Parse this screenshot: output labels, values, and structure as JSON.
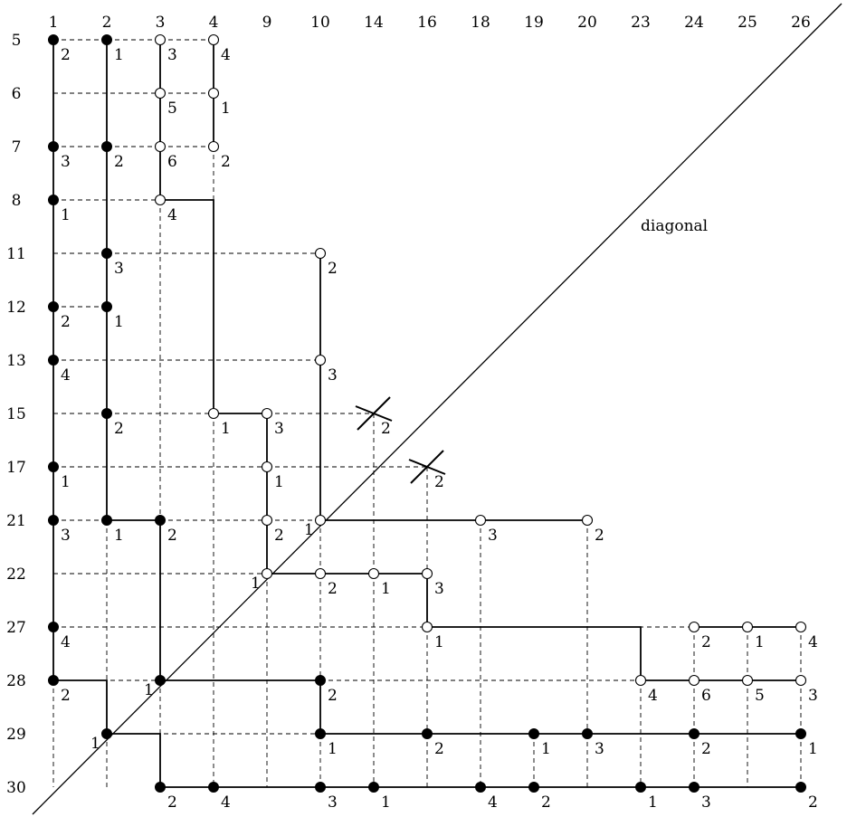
{
  "columns": [
    "1",
    "2",
    "3",
    "4",
    "9",
    "10",
    "14",
    "16",
    "18",
    "19",
    "20",
    "23",
    "24",
    "25",
    "26"
  ],
  "rows": [
    "5",
    "6",
    "7",
    "8",
    "11",
    "12",
    "13",
    "15",
    "17",
    "21",
    "22",
    "27",
    "28",
    "29",
    "30"
  ],
  "diagonal_label": "diagonal",
  "filled_nodes": [
    {
      "c": 0,
      "r": 0,
      "label": "2"
    },
    {
      "c": 1,
      "r": 0,
      "label": "1"
    },
    {
      "c": 0,
      "r": 2,
      "label": "3"
    },
    {
      "c": 1,
      "r": 2,
      "label": "2"
    },
    {
      "c": 0,
      "r": 3,
      "label": "1"
    },
    {
      "c": 1,
      "r": 4,
      "label": "3"
    },
    {
      "c": 0,
      "r": 5,
      "label": "2"
    },
    {
      "c": 1,
      "r": 5,
      "label": "1"
    },
    {
      "c": 0,
      "r": 6,
      "label": "4"
    },
    {
      "c": 1,
      "r": 7,
      "label": "2"
    },
    {
      "c": 0,
      "r": 8,
      "label": "1"
    },
    {
      "c": 0,
      "r": 9,
      "label": "3"
    },
    {
      "c": 1,
      "r": 9,
      "label": "1"
    },
    {
      "c": 2,
      "r": 9,
      "label": "2"
    },
    {
      "c": 0,
      "r": 11,
      "label": "4"
    },
    {
      "c": 0,
      "r": 12,
      "label": "2"
    },
    {
      "c": 2,
      "r": 12,
      "label": "1",
      "side": "left"
    },
    {
      "c": 5,
      "r": 12,
      "label": "2"
    },
    {
      "c": 1,
      "r": 13,
      "label": "1",
      "side": "left"
    },
    {
      "c": 5,
      "r": 13,
      "label": "1"
    },
    {
      "c": 7,
      "r": 13,
      "label": "2"
    },
    {
      "c": 9,
      "r": 13,
      "label": "1"
    },
    {
      "c": 10,
      "r": 13,
      "label": "3"
    },
    {
      "c": 12,
      "r": 13,
      "label": "2"
    },
    {
      "c": 14,
      "r": 13,
      "label": "1"
    },
    {
      "c": 2,
      "r": 14,
      "label": "2"
    },
    {
      "c": 3,
      "r": 14,
      "label": "4"
    },
    {
      "c": 5,
      "r": 14,
      "label": "3"
    },
    {
      "c": 6,
      "r": 14,
      "label": "1"
    },
    {
      "c": 8,
      "r": 14,
      "label": "4"
    },
    {
      "c": 9,
      "r": 14,
      "label": "2"
    },
    {
      "c": 11,
      "r": 14,
      "label": "1"
    },
    {
      "c": 12,
      "r": 14,
      "label": "3"
    },
    {
      "c": 14,
      "r": 14,
      "label": "2"
    }
  ],
  "open_nodes": [
    {
      "c": 2,
      "r": 0,
      "label": "3"
    },
    {
      "c": 3,
      "r": 0,
      "label": "4"
    },
    {
      "c": 2,
      "r": 1,
      "label": "5"
    },
    {
      "c": 3,
      "r": 1,
      "label": "1"
    },
    {
      "c": 2,
      "r": 2,
      "label": "6"
    },
    {
      "c": 3,
      "r": 2,
      "label": "2"
    },
    {
      "c": 2,
      "r": 3,
      "label": "4"
    },
    {
      "c": 5,
      "r": 4,
      "label": "2"
    },
    {
      "c": 5,
      "r": 6,
      "label": "3"
    },
    {
      "c": 3,
      "r": 7,
      "label": "1"
    },
    {
      "c": 4,
      "r": 7,
      "label": "3"
    },
    {
      "c": 4,
      "r": 8,
      "label": "1"
    },
    {
      "c": 4,
      "r": 9,
      "label": "2"
    },
    {
      "c": 5,
      "r": 9,
      "label": "1",
      "side": "left"
    },
    {
      "c": 8,
      "r": 9,
      "label": "3"
    },
    {
      "c": 10,
      "r": 9,
      "label": "2"
    },
    {
      "c": 4,
      "r": 10,
      "label": "1",
      "side": "left"
    },
    {
      "c": 5,
      "r": 10,
      "label": "2"
    },
    {
      "c": 6,
      "r": 10,
      "label": "1"
    },
    {
      "c": 7,
      "r": 10,
      "label": "3"
    },
    {
      "c": 7,
      "r": 11,
      "label": "1"
    },
    {
      "c": 12,
      "r": 11,
      "label": "2"
    },
    {
      "c": 13,
      "r": 11,
      "label": "1"
    },
    {
      "c": 14,
      "r": 11,
      "label": "4"
    },
    {
      "c": 11,
      "r": 12,
      "label": "4"
    },
    {
      "c": 12,
      "r": 12,
      "label": "6"
    },
    {
      "c": 13,
      "r": 12,
      "label": "5"
    },
    {
      "c": 14,
      "r": 12,
      "label": "3"
    }
  ],
  "crossed_marks": [
    {
      "c": 6,
      "r": 7,
      "label": "2"
    },
    {
      "c": 7,
      "r": 8,
      "label": "2"
    }
  ],
  "solid_paths": [
    [
      [
        0,
        0
      ],
      [
        0,
        12
      ],
      [
        1,
        12
      ],
      [
        1,
        13
      ],
      [
        2,
        13
      ],
      [
        2,
        14
      ],
      [
        14,
        14
      ]
    ],
    [
      [
        1,
        0
      ],
      [
        1,
        9
      ],
      [
        2,
        9
      ],
      [
        2,
        12
      ],
      [
        5,
        12
      ],
      [
        5,
        13
      ],
      [
        14,
        13
      ]
    ],
    [
      [
        2,
        0
      ],
      [
        2,
        3
      ]
    ],
    [
      [
        3,
        0
      ],
      [
        3,
        2
      ]
    ],
    [
      [
        2,
        3
      ],
      [
        3,
        3
      ],
      [
        3,
        7
      ],
      [
        4,
        7
      ],
      [
        4,
        10
      ],
      [
        7,
        10
      ],
      [
        7,
        11
      ],
      [
        11,
        11
      ],
      [
        11,
        12
      ],
      [
        14,
        12
      ]
    ],
    [
      [
        5,
        4
      ],
      [
        5,
        9
      ],
      [
        10,
        9
      ]
    ],
    [
      [
        12,
        11
      ],
      [
        14,
        11
      ]
    ]
  ]
}
